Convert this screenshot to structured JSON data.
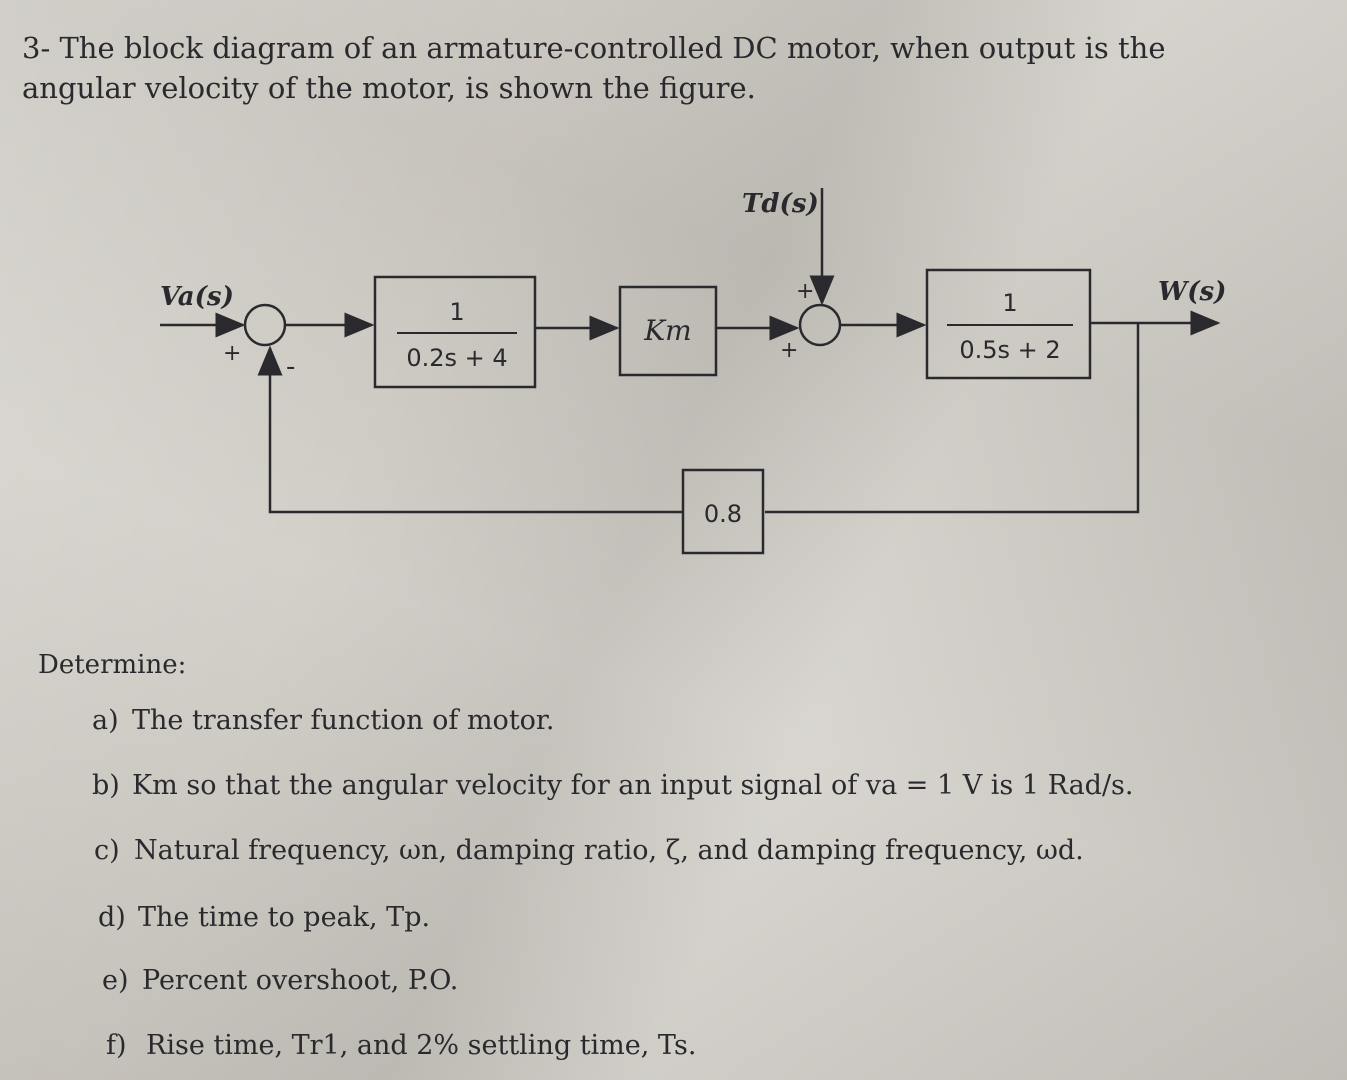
{
  "problem": {
    "statement": "3- The block diagram of an armature-controlled DC motor, when output is the angular velocity of the motor, is shown the figure."
  },
  "diagram": {
    "input_label": "Va(s)",
    "disturbance_label": "Td(s)",
    "output_label": "W(s)",
    "block1": {
      "numerator": "1",
      "denominator": "0.2s + 4"
    },
    "block_km": "Km",
    "block3": {
      "numerator": "1",
      "denominator": "0.5s + 2"
    },
    "feedback_gain": "0.8",
    "sum1_signs": {
      "input": "+",
      "feedback": "-"
    },
    "sum2_signs": {
      "disturbance": "+",
      "input": "+"
    }
  },
  "questions": {
    "heading": "Determine:",
    "items": [
      {
        "mark": "a)",
        "text": "The transfer function of motor."
      },
      {
        "mark": "b)",
        "text": "Km so that the angular velocity for an input signal of va = 1 V is 1 Rad/s."
      },
      {
        "mark": "c)",
        "text": "Natural frequency, ωn, damping ratio, ζ, and damping frequency, ωd."
      },
      {
        "mark": "d)",
        "text": "The time to peak, Tp."
      },
      {
        "mark": "e)",
        "text": "Percent overshoot, P.O."
      },
      {
        "mark": "f)",
        "text": "Rise time, Tr1, and 2% settling time, Ts."
      }
    ]
  }
}
